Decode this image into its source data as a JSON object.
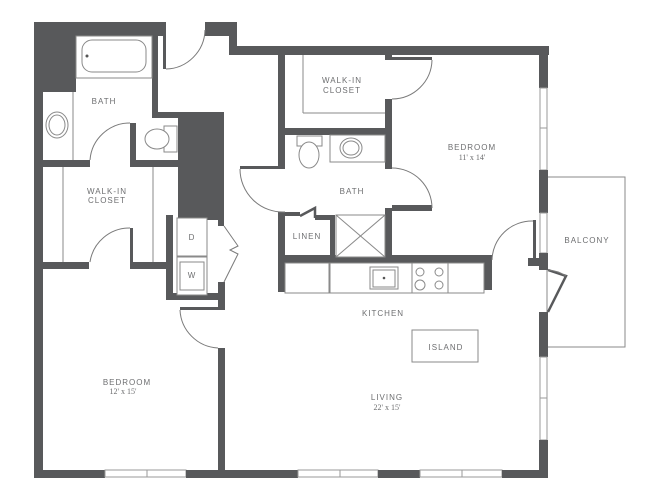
{
  "floorplan": {
    "rooms": {
      "bath_left": {
        "label": "BATH"
      },
      "walkin_left": {
        "label_line1": "WALK-IN",
        "label_line2": "CLOSET"
      },
      "walkin_right": {
        "label_line1": "WALK-IN",
        "label_line2": "CLOSET"
      },
      "bath_center": {
        "label": "BATH"
      },
      "linen": {
        "label": "LINEN"
      },
      "bedroom_right": {
        "label": "BEDROOM",
        "dimensions": "11' x 14'"
      },
      "bedroom_left": {
        "label": "BEDROOM",
        "dimensions": "12' x 15'"
      },
      "balcony": {
        "label": "BALCONY"
      },
      "kitchen": {
        "label": "KITCHEN"
      },
      "island": {
        "label": "ISLAND"
      },
      "living": {
        "label": "LIVING",
        "dimensions": "22' x 15'"
      }
    },
    "appliances": {
      "dryer": "D",
      "washer": "W"
    },
    "colors": {
      "wall": "#58595b",
      "line": "#8a8a8a",
      "text": "#6d6e70",
      "background": "#ffffff"
    }
  }
}
